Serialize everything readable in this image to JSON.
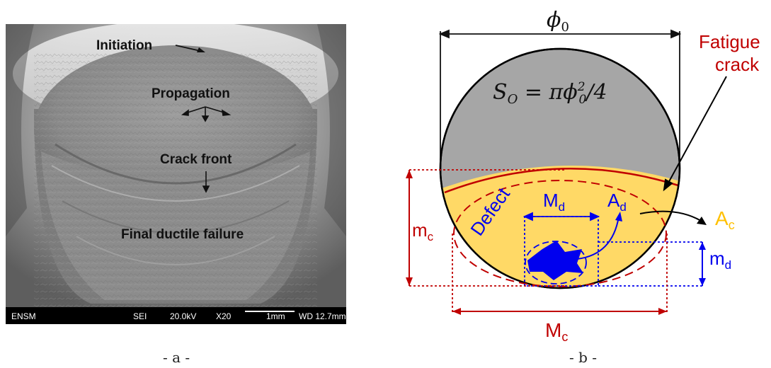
{
  "panel_a": {
    "labels": {
      "initiation": "Initiation",
      "propagation": "Propagation",
      "crack_front": "Crack front",
      "final_failure": "Final ductile failure"
    },
    "info_bar": {
      "lab": "ENSM",
      "detector": "SEI",
      "voltage": "20.0kV",
      "magnification": "X20",
      "scale": "1mm",
      "wd": "WD 12.7mm"
    },
    "caption": "- a -"
  },
  "panel_b": {
    "phi0": "ϕ",
    "phi0_sub": "0",
    "area_formula": "S",
    "fatigue_crack_line1": "Fatigue",
    "fatigue_crack_line2": "crack",
    "defect": "Defect",
    "Md": "M",
    "Md_sub": "d",
    "Ad": "A",
    "Ad_sub": "d",
    "Ac": "A",
    "Ac_sub": "c",
    "mc": "m",
    "mc_sub": "c",
    "md": "m",
    "md_sub": "d",
    "Mc": "M",
    "Mc_sub": "c",
    "caption": "- b -",
    "colors": {
      "gray": "#A6A6A6",
      "yellow": "#FFD966",
      "red": "#C00000",
      "blue": "#0000EE"
    }
  }
}
